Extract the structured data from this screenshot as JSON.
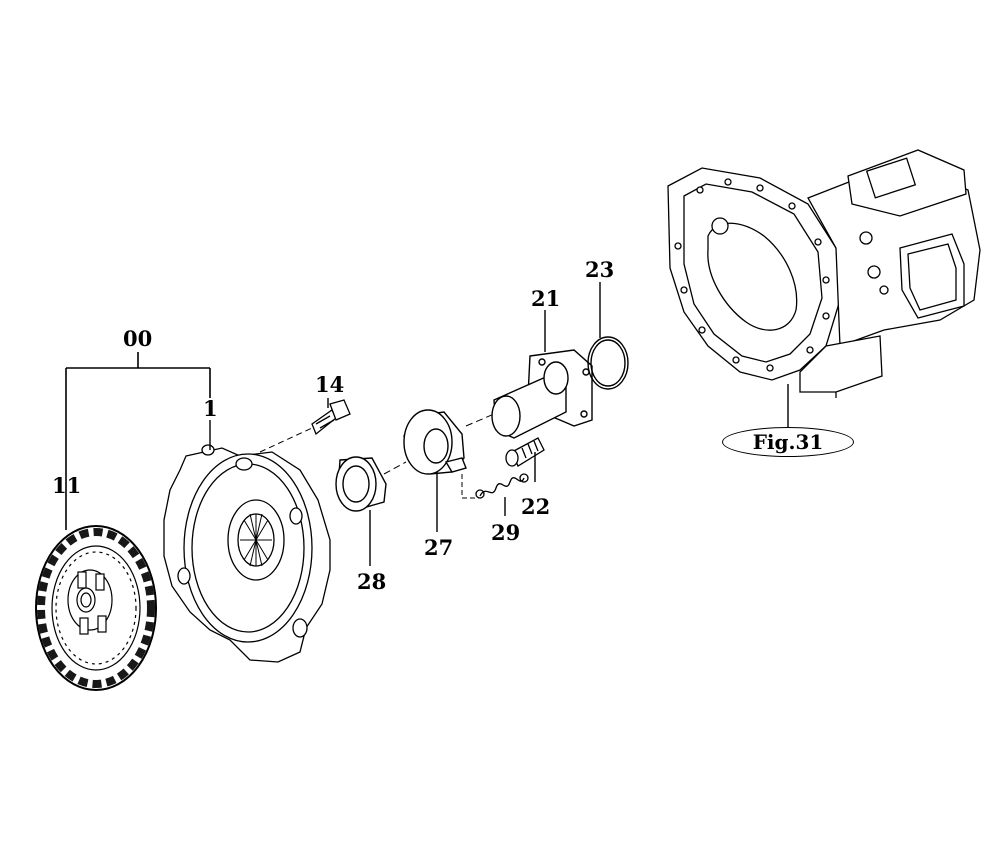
{
  "callouts": {
    "assembly": "00",
    "pressure_plate": "1",
    "clutch_disc": "11",
    "bolt": "14",
    "sleeve": "21",
    "screw": "22",
    "o_ring": "23",
    "release_bearing_carrier": "27",
    "release_bearing": "28",
    "spring": "29"
  },
  "figure_reference": "Fig.31"
}
